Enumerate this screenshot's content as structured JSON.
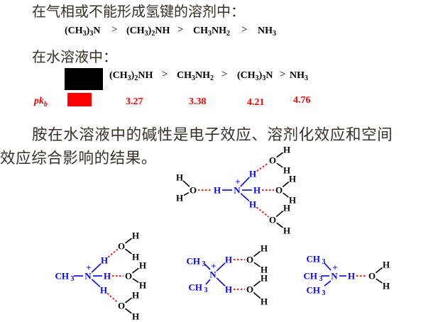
{
  "heading_gas": "在气相或不能形成氢键的溶剂中：",
  "gas_order": {
    "items": [
      {
        "pre": "(CH",
        "sub1": "3",
        "mid": ")",
        "sub2": "3",
        "post": "N"
      },
      {
        "pre": "(CH",
        "sub1": "3",
        "mid": ")",
        "sub2": "2",
        "post": "NH"
      },
      {
        "pre": "CH",
        "sub1": "3",
        "mid": "NH",
        "sub2": "2",
        "post": ""
      },
      {
        "pre": "NH",
        "sub1": "3",
        "mid": "",
        "sub2": "",
        "post": ""
      }
    ],
    "gt": ">"
  },
  "heading_water": "在水溶液中：",
  "water_order": {
    "items": [
      {
        "pre": "(CH",
        "sub1": "3",
        "mid": ")",
        "sub2": "2",
        "post": "NH"
      },
      {
        "pre": "CH",
        "sub1": "3",
        "mid": "NH",
        "sub2": "2",
        "post": ""
      },
      {
        "pre": "(CH",
        "sub1": "3",
        "mid": ")",
        "sub2": "3",
        "post": "N"
      },
      {
        "pre": "NH",
        "sub1": "3",
        "mid": "",
        "sub2": "",
        "post": ""
      }
    ],
    "gt": ">"
  },
  "pkb": {
    "label_p": "pk",
    "label_sub": "b",
    "values": [
      "3.27",
      "3.38",
      "4.21",
      "4.76"
    ]
  },
  "paragraph": {
    "line1": "胺在水溶液中的碱性是电子效应、溶剂化效应和空间",
    "line2": "效应综合影响的结果。"
  },
  "molecules": {
    "atoms": {
      "H": "H",
      "O": "O",
      "N": "N",
      "CH3": "CH",
      "sub3": "3",
      "plus": "+"
    }
  },
  "colors": {
    "text": "#3a3026",
    "red": "#ff0000",
    "blue": "#0000ff",
    "hbond": "#ff0000",
    "oxygen_atom": "#000000"
  }
}
